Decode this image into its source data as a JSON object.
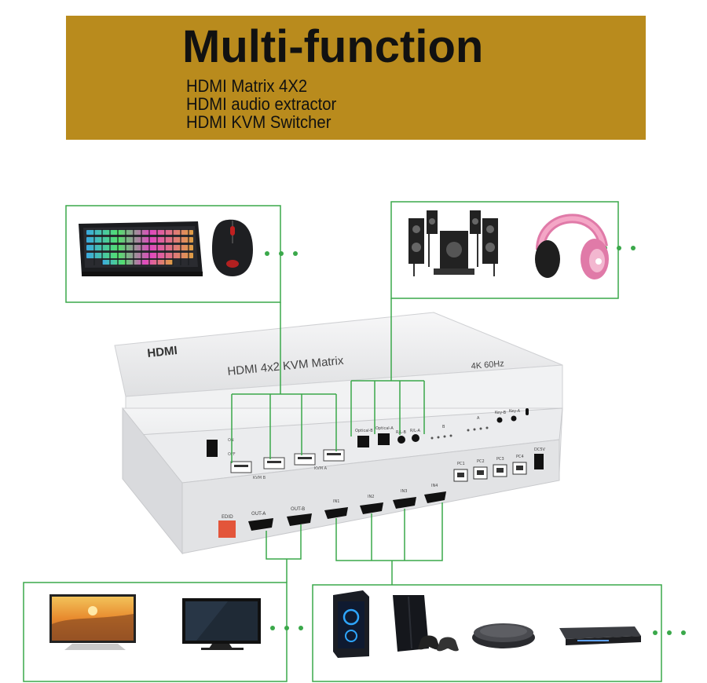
{
  "banner": {
    "title": "Multi-function",
    "lines": [
      "HDMI Matrix 4X2",
      "HDMI audio extractor",
      "HDMI KVM Switcher"
    ]
  },
  "device": {
    "logo": "HDMI",
    "model": "HDMI 4x2 KVM Matrix",
    "resolution": "4K 60Hz",
    "front_labels": {
      "on": "ON",
      "off": "OFF",
      "kvm_b": "KVM B",
      "kvm_a": "KVM A",
      "optical_b": "Optical-B",
      "optical_a": "Optical-A",
      "rl_b": "R/L-B",
      "rl_a": "R/L-A",
      "led_group_b": "B",
      "led_group_a": "A",
      "key_b": "Key-B",
      "key_a": "Key-A"
    },
    "rear_labels": {
      "edid": "EDID",
      "out_a": "OUT-A",
      "out_b": "OUT-B",
      "in1": "IN1",
      "in2": "IN2",
      "in3": "IN3",
      "in4": "IN4",
      "pc1": "PC1",
      "pc2": "PC2",
      "pc3": "PC3",
      "pc4": "PC4",
      "dc": "DC5V"
    }
  },
  "colors": {
    "banner": "#b98b1d",
    "connector_line": "#3aa84a",
    "device_body": "#e9eaec"
  },
  "peripheral_groups": [
    {
      "name": "input-devices",
      "items": [
        "keyboard-icon",
        "mouse-icon"
      ]
    },
    {
      "name": "audio-devices",
      "items": [
        "speaker-system-icon",
        "headphones-icon"
      ]
    },
    {
      "name": "displays",
      "items": [
        "tv-icon",
        "monitor-icon"
      ]
    },
    {
      "name": "sources",
      "items": [
        "pc-tower-icon",
        "game-console-icon",
        "media-box-icon",
        "dvd-player-icon"
      ]
    }
  ]
}
